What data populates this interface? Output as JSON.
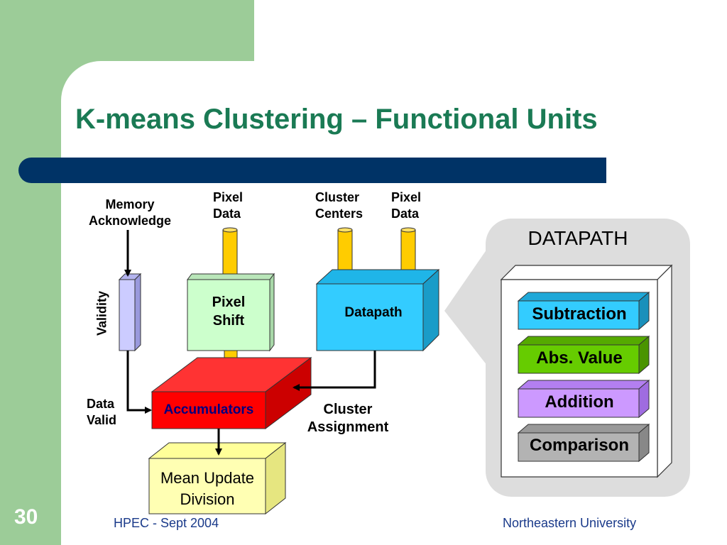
{
  "slide": {
    "title": "K-means Clustering – Functional Units",
    "number": "30",
    "footer_left": "HPEC - Sept 2004",
    "footer_right": "Northeastern University"
  },
  "labels": {
    "memory_ack": [
      "Memory",
      "Acknowledge"
    ],
    "pixel_data_1": [
      "Pixel",
      "Data"
    ],
    "cluster_centers": [
      "Cluster",
      "Centers"
    ],
    "pixel_data_2": [
      "Pixel",
      "Data"
    ],
    "validity": "Validity",
    "data_valid": [
      "Data",
      "Valid"
    ],
    "cluster_assignment": [
      "Cluster",
      "Assignment"
    ]
  },
  "blocks": {
    "pixel_shift": [
      "Pixel",
      "Shift"
    ],
    "datapath": "Datapath",
    "accumulators": "Accumulators",
    "mean_update": [
      "Mean Update",
      "Division"
    ]
  },
  "datapath_panel": {
    "title": "DATAPATH",
    "units": [
      {
        "label": "Subtraction",
        "color": "#33ccff"
      },
      {
        "label": "Abs. Value",
        "color": "#66cc00"
      },
      {
        "label": "Addition",
        "color": "#cc99ff"
      },
      {
        "label": "Comparison",
        "color": "#b3b3b3"
      }
    ]
  }
}
